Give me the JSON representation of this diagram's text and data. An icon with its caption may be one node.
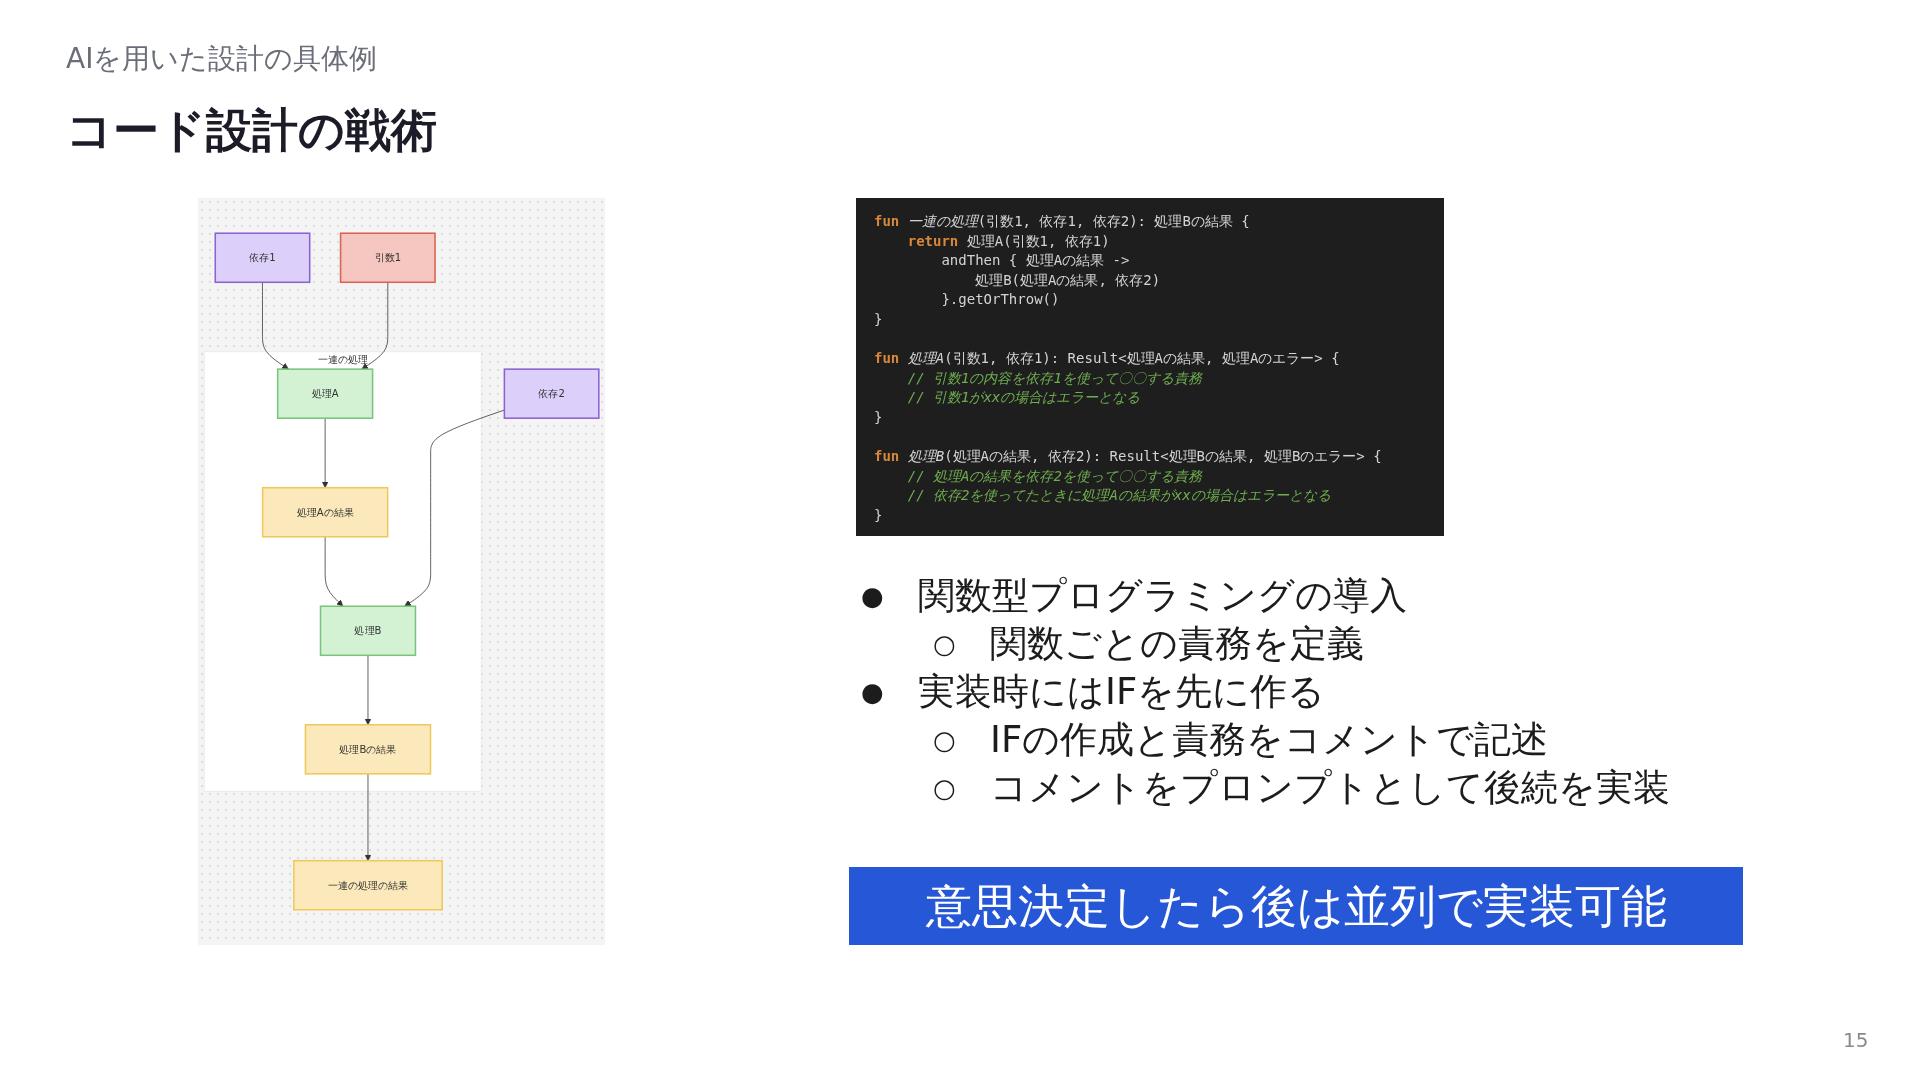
{
  "diagram": {
    "title": "コード設計の戦術",
    "nodes": [
      {
        "text": [
          "依存2"
        ]
      },
      {
        "text": [
          "依存1"
        ]
      },
      {
        "text": [
          "引数1"
        ]
      },
      {
        "text": [
          "一連の処理"
        ]
      },
      {
        "text": [
          "処理A"
        ],
        "in": 3
      },
      {
        "text": [
          "処理Aの結果"
        ],
        "in": 3
      },
      {
        "text": [
          "処理B"
        ],
        "in": 3
      },
      {
        "text": [
          "処理Bの結果"
        ],
        "in": 3
      },
      {
        "text": [
          "一連の処理の結果"
        ]
      }
    ],
    "edges": [
      {
        "from": 1,
        "to": 4,
        "arrow": "to"
      },
      {
        "from": 2,
        "to": 4,
        "arrow": "to"
      },
      {
        "from": 4,
        "to": 5,
        "arrow": "to"
      },
      {
        "from": 5,
        "to": 6,
        "arrow": "to"
      },
      {
        "from": 0,
        "to": 6,
        "arrow": "to"
      },
      {
        "from": 6,
        "to": 7,
        "arrow": "to"
      },
      {
        "from": 7,
        "to": 8,
        "arrow": "to"
      }
    ],
    "labels": [
      "AIを用いた設計の具体例",
      "**fun** *一連の処理*(引数1, 依存1, 依存2): 処理Bの結果 {",
      "**return** 処理A(引数1, 依存1)",
      "andThen { 処理Aの結果 ->",
      "処理B(処理Aの結果, 依存2)",
      "}.getOrThrow()",
      "}",
      "**fun** *処理A*(引数1, 依存1): Result<処理Aの結果, 処理Aのエラー> {",
      "// 引数1の内容を依存1を使って〇〇する責務",
      "// 引数1がxxの場合はエラーとなる",
      "}",
      "**fun** *処理B*(処理Aの結果, 依存2): Result<処理Bの結果, 処理Bのエラー> {",
      "// 処理Aの結果を依存2を使って〇〇する責務",
      "// 依存2を使ってたときに処理Aの結果がxxの場合はエラーとなる",
      "}",
      "●",
      "関数型プログラミングの導入",
      "○",
      "関数ごとの責務を定義",
      "●",
      "実装時にはIFを先に作る",
      "○",
      "IFの作成と責務をコメントで記述",
      "○",
      "コメントをプロンプトとして後続を実装",
      "意思決定したら後は並列で実装可能",
      "15"
    ]
  }
}
